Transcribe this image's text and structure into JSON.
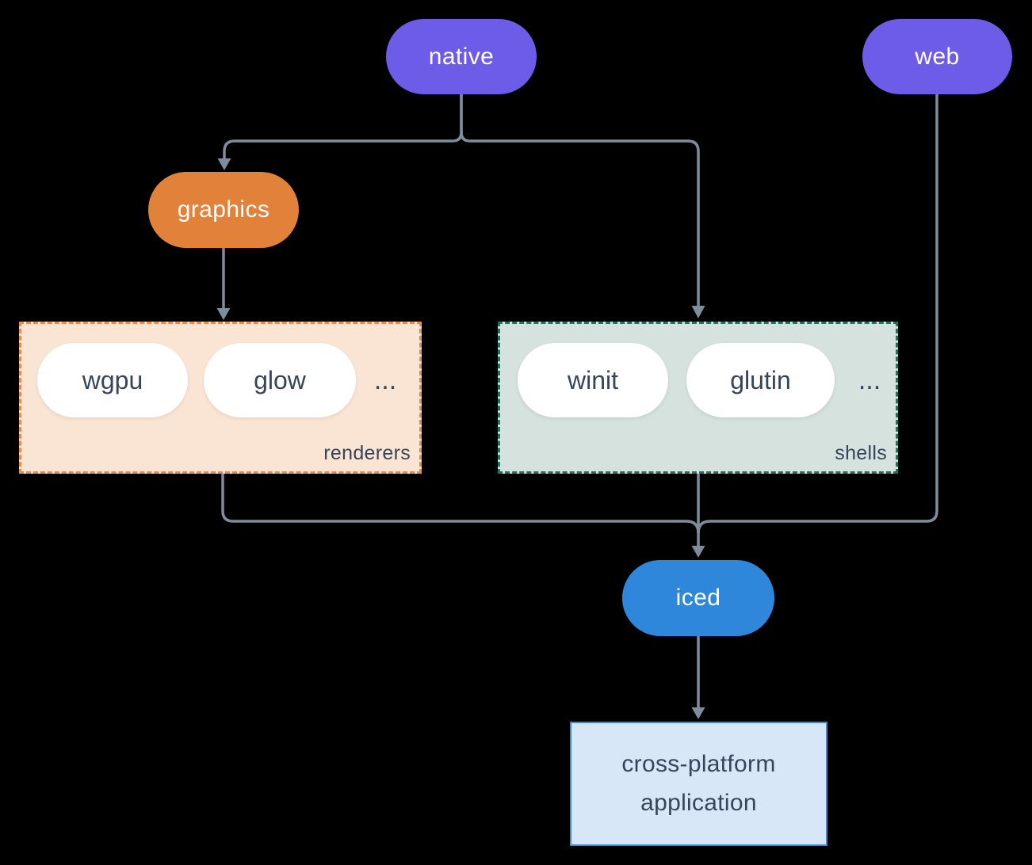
{
  "diagram": {
    "background": "#000000",
    "edge_color": "#7e8c9b",
    "nodes": {
      "native": {
        "label": "native",
        "color": "#6c5ce7"
      },
      "web": {
        "label": "web",
        "color": "#6c5ce7"
      },
      "graphics": {
        "label": "graphics",
        "color": "#e1813a"
      },
      "iced": {
        "label": "iced",
        "color": "#2f87dc"
      }
    },
    "groups": {
      "renderers": {
        "label": "renderers",
        "fill": "#fae5d4",
        "border": "#e58d4c",
        "items": [
          {
            "label": "wgpu"
          },
          {
            "label": "glow"
          }
        ],
        "more": "..."
      },
      "shells": {
        "label": "shells",
        "fill": "#d5e2de",
        "border": "#276e5d",
        "items": [
          {
            "label": "winit"
          },
          {
            "label": "glutin"
          }
        ],
        "more": "..."
      }
    },
    "app_box": {
      "line1": "cross-platform",
      "line2": "application",
      "fill": "#d8e7f8",
      "border": "#3b8ad8"
    },
    "connections": [
      {
        "from": "native",
        "to": "graphics"
      },
      {
        "from": "native",
        "to": "shells"
      },
      {
        "from": "graphics",
        "to": "renderers"
      },
      {
        "from": "renderers",
        "to": "iced"
      },
      {
        "from": "shells",
        "to": "iced"
      },
      {
        "from": "web",
        "to": "iced"
      },
      {
        "from": "iced",
        "to": "cross-platform application"
      }
    ]
  }
}
